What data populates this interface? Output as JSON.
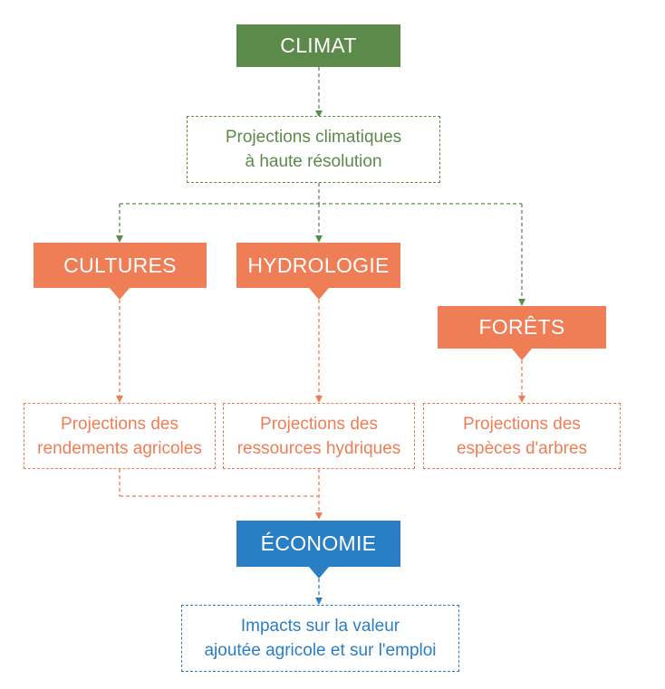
{
  "colors": {
    "green": "#5b8a4a",
    "orange": "#ef7d55",
    "blue": "#2a7fc4"
  },
  "nodes": {
    "climat": {
      "label": "CLIMAT"
    },
    "climate_projections": {
      "line1": "Projections climatiques",
      "line2": "à haute résolution"
    },
    "cultures": {
      "label": "CULTURES"
    },
    "hydrologie": {
      "label": "HYDROLOGIE"
    },
    "forets": {
      "label": "FORÊTS"
    },
    "crop_projections": {
      "line1": "Projections des",
      "line2": "rendements agricoles"
    },
    "water_projections": {
      "line1": "Projections des",
      "line2": "ressources hydriques"
    },
    "tree_projections": {
      "line1": "Projections des",
      "line2": "espèces d'arbres"
    },
    "economie": {
      "label": "ÉCONOMIE"
    },
    "impacts": {
      "line1": "Impacts sur la valeur",
      "line2": "ajoutée agricole et sur l'emploi"
    }
  }
}
